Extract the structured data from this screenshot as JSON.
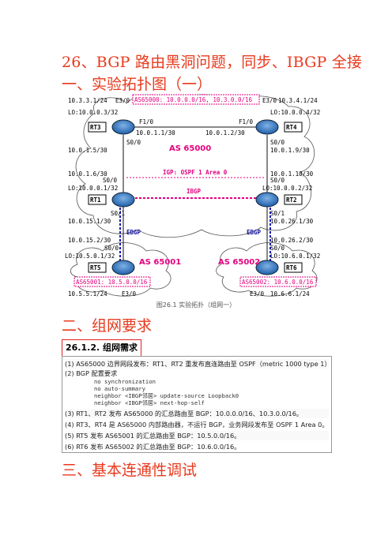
{
  "headings": {
    "title": "26、BGP 路由黑洞问题，同步、IBGP 全接",
    "topology": "一、实验拓扑图（一）",
    "requirements": "二、组网要求",
    "connectivity": "三、基本连通性调试"
  },
  "figure": {
    "caption": "图26.1  实验拓扑（组网一）",
    "as_center": "AS 65000",
    "igp": "IGP: OSPF 1 Area 0",
    "ibgp": "IBGP",
    "ebgp_left": "EBGP",
    "ebgp_right": "EBGP",
    "as_left": "AS 65001",
    "as_right": "AS 65002",
    "summary_top": "AS65000: 10.0.0.0/16, 10.3.0.0/16",
    "summary_left": "AS65001: 10.5.0.0/16",
    "summary_right": "AS65002: 10.6.0.0/16",
    "routers": {
      "rt1": "RT1",
      "rt2": "RT2",
      "rt3": "RT3",
      "rt4": "RT4",
      "rt5": "RT5",
      "rt6": "RT6"
    },
    "labels": {
      "rt3_e30_net": "10.3.3.1/24",
      "rt3_e30": "E3/0",
      "rt3_lo": "LO:10.0.0.3/32",
      "rt4_e30": "E3/0",
      "rt4_e30_net": "10.3.4.1/24",
      "rt4_lo": "LO:10.0.0.4/32",
      "rt3_f10": "F1/0",
      "rt3_f10_ip": "10.0.1.1/30",
      "rt4_f10": "F1/0",
      "rt4_f10_ip": "10.0.1.2/30",
      "rt3_s00": "S0/0",
      "rt3_s00_ip": "10.0.1.5/30",
      "rt4_s00": "S0/0",
      "rt4_s00_ip": "10.0.1.9/30",
      "rt1_s00_ip": "10.0.1.6/30",
      "rt1_s00": "S0/0",
      "rt1_lo": "LO:10.0.0.1/32",
      "rt2_s00_ip": "10.0.1.10/30",
      "rt2_s00": "S0/0",
      "rt2_lo": "LO:10.0.0.2/32",
      "rt1_s01": "S0/1",
      "rt1_s01_ip": "10.0.15.1/30",
      "rt2_s01": "S0/1",
      "rt2_s01_ip": "10.0.26.1/30",
      "rt5_s00_ip": "10.0.15.2/30",
      "rt5_s00": "S0/0",
      "rt6_s00_ip": "10.0.26.2/30",
      "rt6_s00": "S0/0",
      "rt5_lo": "LO:10.5.0.1/32",
      "rt6_lo": "LO:10.6.0.1/32",
      "rt5_e30_net": "10.5.5.1/24",
      "rt5_e30": "E3/0",
      "rt6_e30": "E3/0",
      "rt6_e30_net": "10.6.6.1/24"
    }
  },
  "requirements_box": {
    "title": "26.1.2.  组网需求",
    "items": [
      "(1)  AS65000 边界网段发布：RT1、RT2 重发布直连路由至 OSPF（metric 1000 type 1）",
      "(2)  BGP 配置要求"
    ],
    "config": [
      "no synchronization",
      "no auto-summary",
      "neighbor <IBGP邻居> update-source Loopback0",
      "neighbor <IBGP邻居> next-hop-self"
    ],
    "items2": [
      "(3)  RT1、RT2 发布 AS65000 的汇总路由至 BGP：10.0.0.0/16、10.3.0.0/16。",
      "(4)  RT3、RT4 是 AS65000 内部路由器，不运行 BGP，业务网段发布至 OSPF 1 Area 0。",
      "(5)  RT5 发布 AS65001 的汇总路由至 BGP：10.5.0.0/16。",
      "(6)  RT6 发布 AS65002 的汇总路由至 BGP：10.6.0.0/16。"
    ]
  },
  "colors": {
    "heading": "#e8391d",
    "router": "#2a6db5",
    "ibgp": "#e4007f",
    "ebgp": "#1a1ab0"
  }
}
